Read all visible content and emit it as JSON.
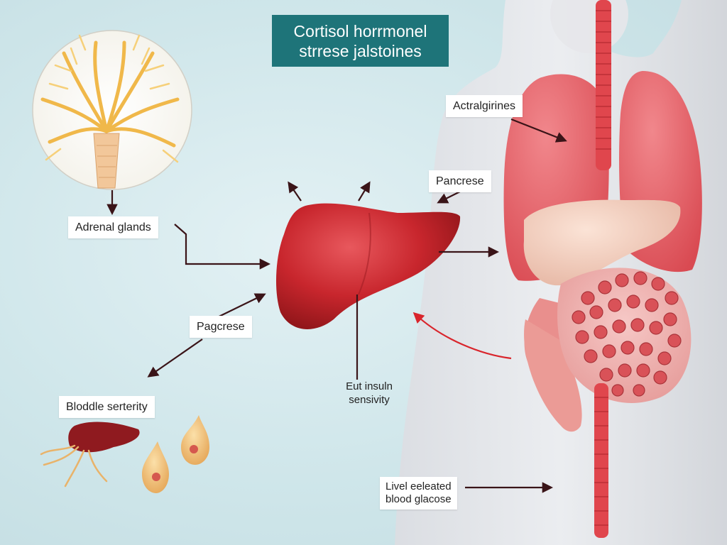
{
  "title": {
    "line1": "Cortisol horrmonel",
    "line2": "strrese jalstoines"
  },
  "labels": {
    "adrenal": "Adrenal glands",
    "top_right": "Actralgirines",
    "pancreas_right": "Pancrese",
    "pancreas_left": "Pagcrese",
    "bloodle": "Bloddle serterity",
    "insulin_line1": "Eut insuln",
    "insulin_line2": "sensivity",
    "glucose_line1": "Livel eeleated",
    "glucose_line2": "blood glacose"
  },
  "colors": {
    "background": "#d2e8ec",
    "title_bg": "#1e7479",
    "liver": "#c8262d",
    "organ_pink": "#e97b80",
    "arrow_dark": "#3a1418",
    "arrow_red": "#d9252c"
  },
  "icons": {
    "adrenal_illustration": "adrenal-nerve-icon",
    "body_silhouette": "human-body-icon"
  }
}
